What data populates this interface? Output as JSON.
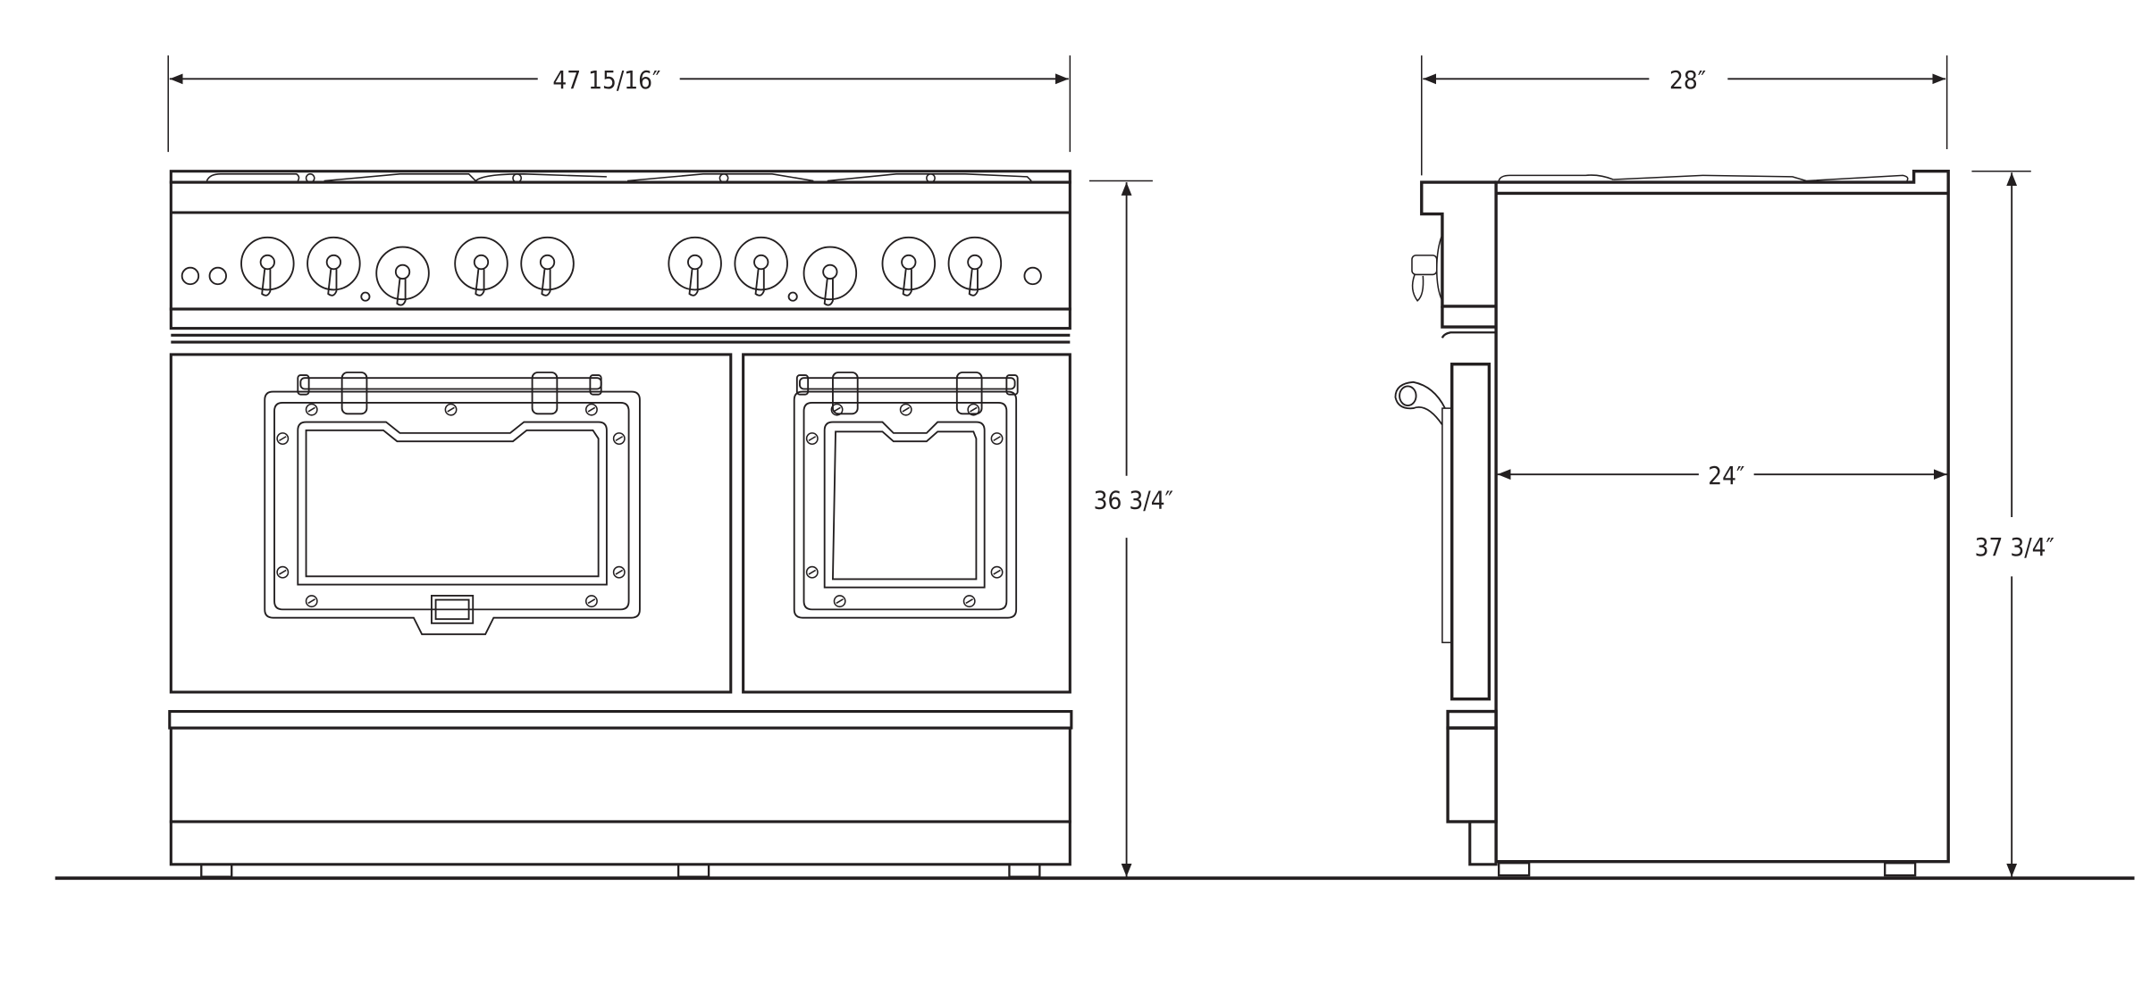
{
  "front_view": {
    "width_label": "47 15/16″",
    "height_label": "36 3/4″"
  },
  "side_view": {
    "depth_label": "28″",
    "body_depth_label": "24″",
    "height_label": "37 3/4″"
  },
  "colors": {
    "line": "#231f20",
    "background": "#ffffff"
  }
}
